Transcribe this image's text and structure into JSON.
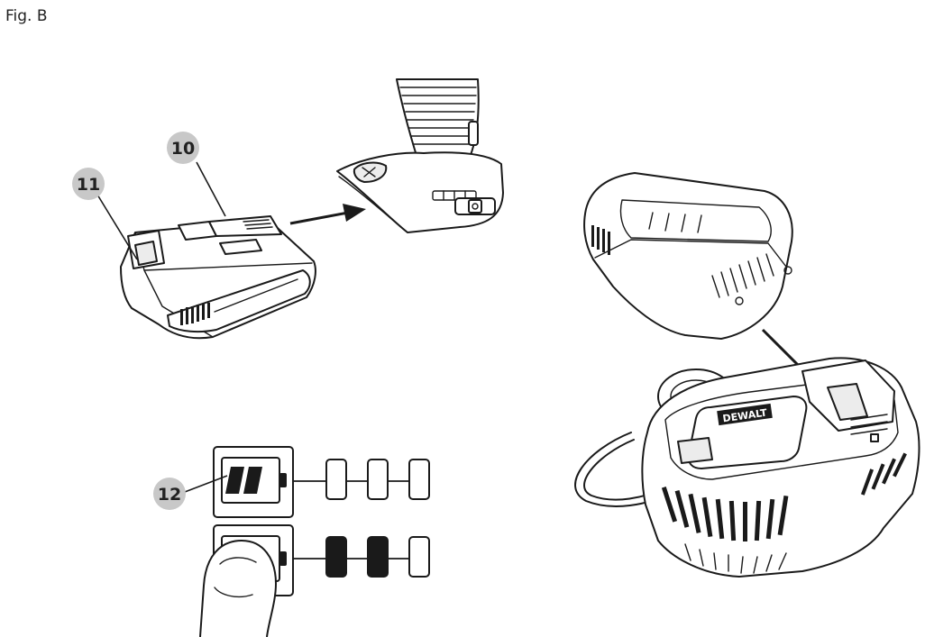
{
  "figure": {
    "label": "Fig. B"
  },
  "callouts": [
    {
      "number": "10",
      "target": "battery-pack"
    },
    {
      "number": "11",
      "target": "release-button"
    },
    {
      "number": "12",
      "target": "fuel-gauge-button"
    }
  ],
  "charger": {
    "brand": "DEWALT"
  },
  "fuel_gauge": {
    "rows": [
      {
        "state": "before-press",
        "leds_lit": 0,
        "leds_total": 3
      },
      {
        "state": "pressed",
        "leds_lit": 2,
        "leds_total": 3
      }
    ]
  },
  "colors": {
    "line": "#1a1a1a",
    "callout_bubble": "#c8c8c8",
    "background": "#ffffff"
  }
}
